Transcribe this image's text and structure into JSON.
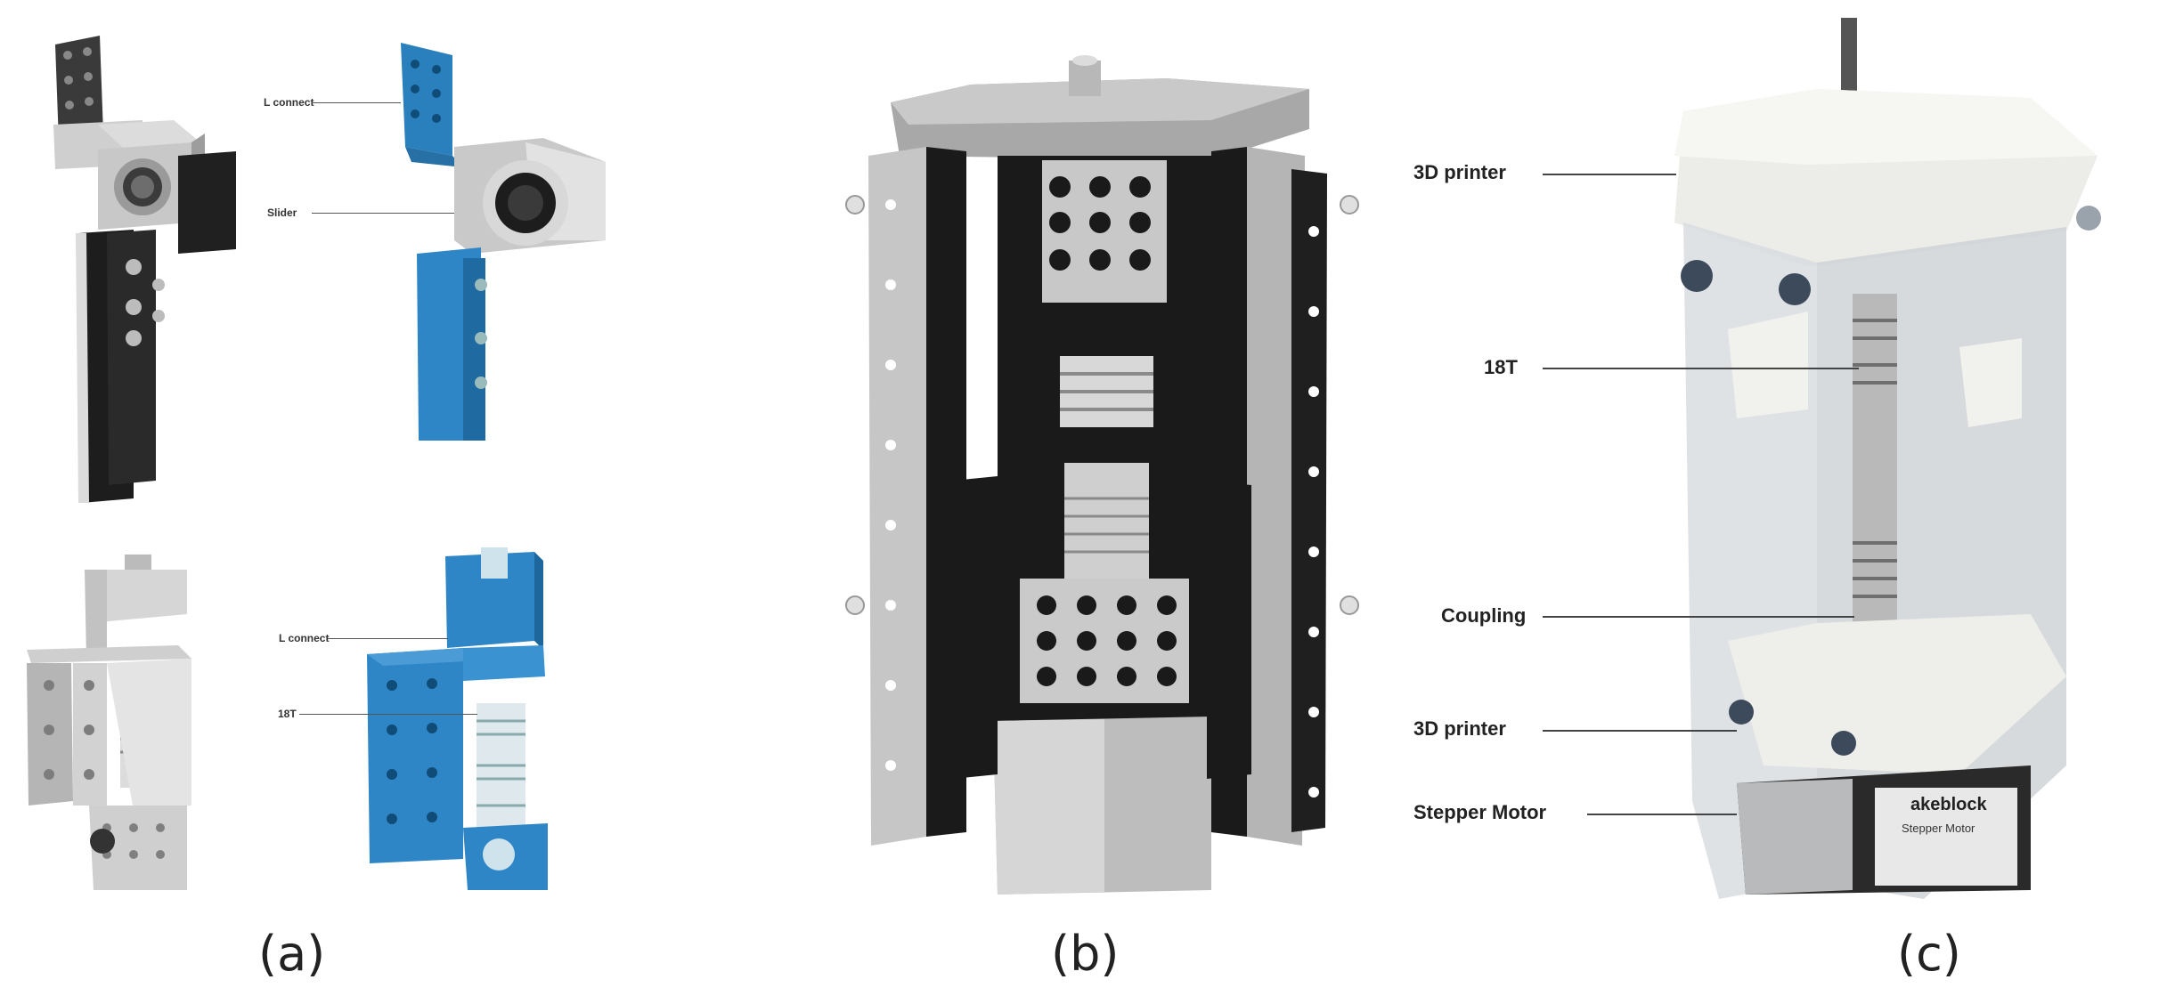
{
  "captions": {
    "a": "(a)",
    "b": "(b)",
    "c": "(c)"
  },
  "panel_a": {
    "labels": {
      "l_connect_top": "L connect",
      "slider": "Slider",
      "l_connect_bottom": "L connect",
      "t18": "18T"
    }
  },
  "panel_c": {
    "labels": {
      "printer_top": "3D printer",
      "t18": "18T",
      "coupling": "Coupling",
      "printer_bottom": "3D printer",
      "stepper": "Stepper Motor"
    },
    "motor_label_line1": "akeblock",
    "motor_label_line2": "Stepper Motor"
  },
  "colors": {
    "blue": "#2f86c6",
    "grey": "#bdbdbd",
    "dark": "#1b1b1b",
    "plastic": "#ecece8"
  }
}
